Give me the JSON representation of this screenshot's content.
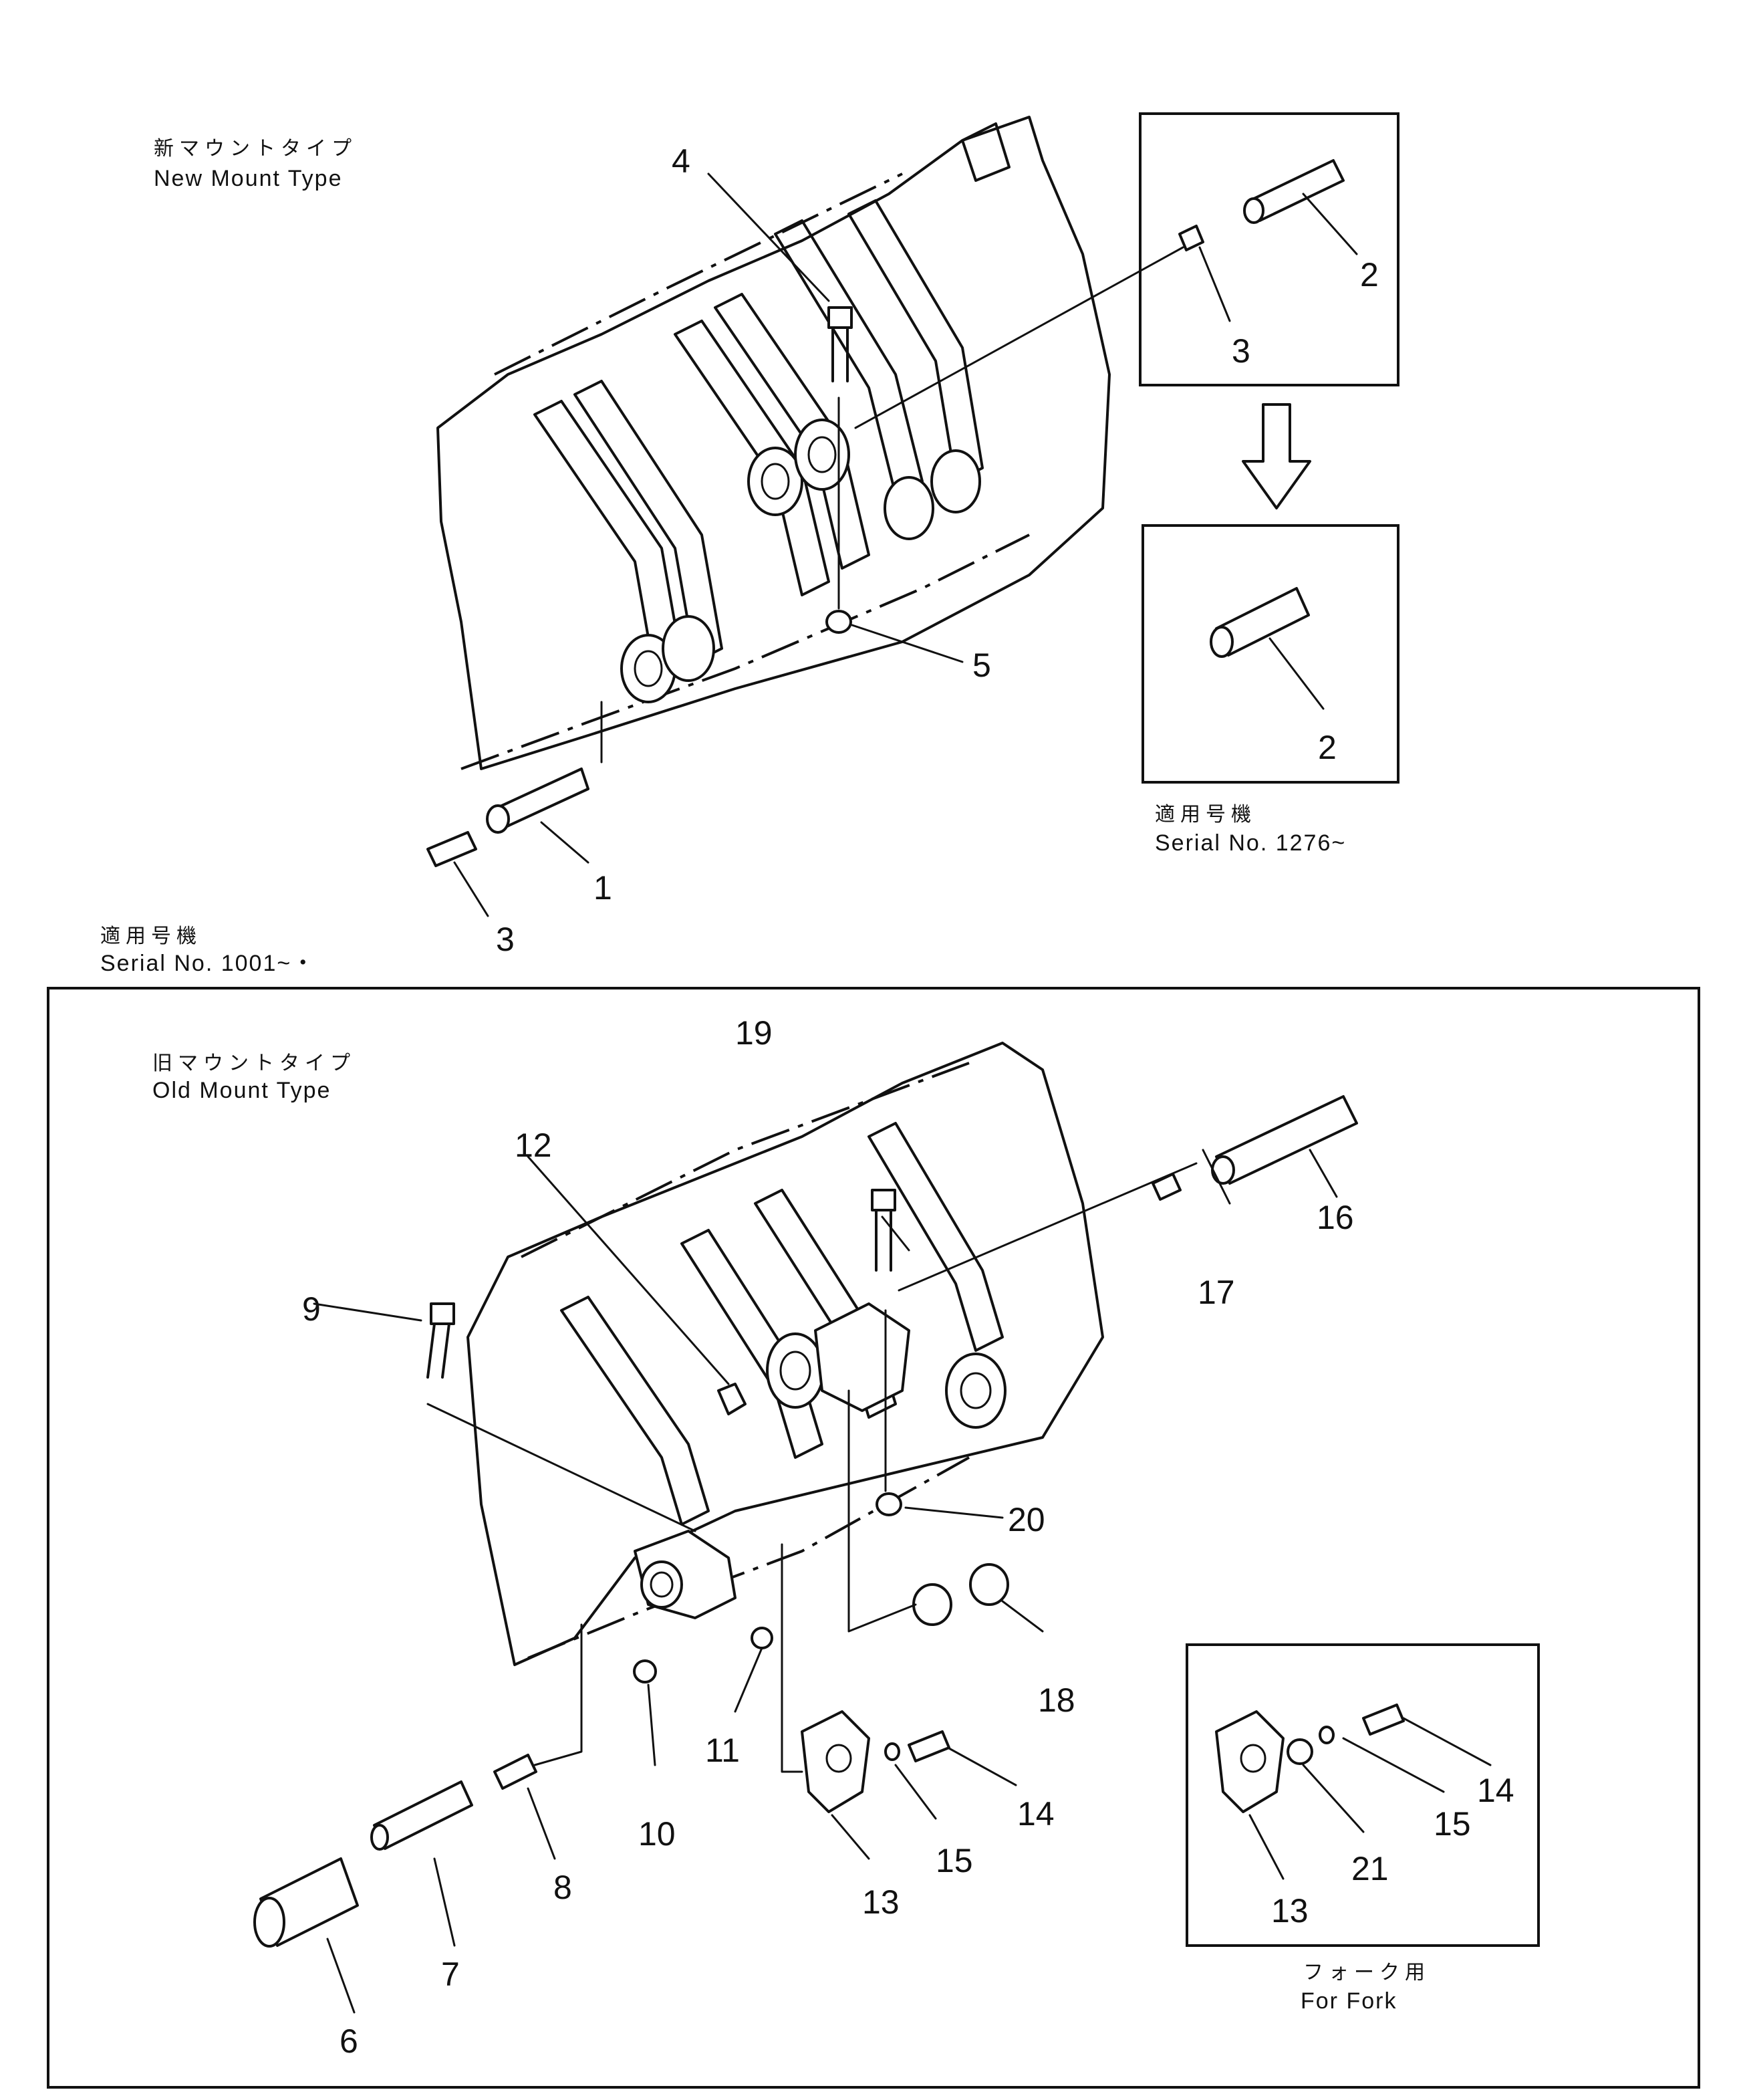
{
  "captions": {
    "new_mount_jp": "新マウントタイプ",
    "new_mount_en": "New  Mount  Type",
    "serial_jp": "適用号機",
    "serial_new": "Serial  No.  1276~",
    "serial_old_jp": "適用号機",
    "serial_old": "Serial  No.  1001~・",
    "old_mount_jp": "旧マウントタイプ",
    "old_mount_en": "Old  Mount  Type",
    "fork_jp": "フォーク用",
    "fork_en": "For  Fork"
  },
  "callouts": {
    "c1": "1",
    "c2a": "2",
    "c2b": "2",
    "c3a": "3",
    "c3b": "3",
    "c4": "4",
    "c5": "5",
    "c6": "6",
    "c7": "7",
    "c8": "8",
    "c9": "9",
    "c10": "10",
    "c11": "11",
    "c12": "12",
    "c13a": "13",
    "c13b": "13",
    "c14a": "14",
    "c14b": "14",
    "c15a": "15",
    "c15b": "15",
    "c16": "16",
    "c17": "17",
    "c18": "18",
    "c19": "19",
    "c20": "20",
    "c21": "21"
  }
}
